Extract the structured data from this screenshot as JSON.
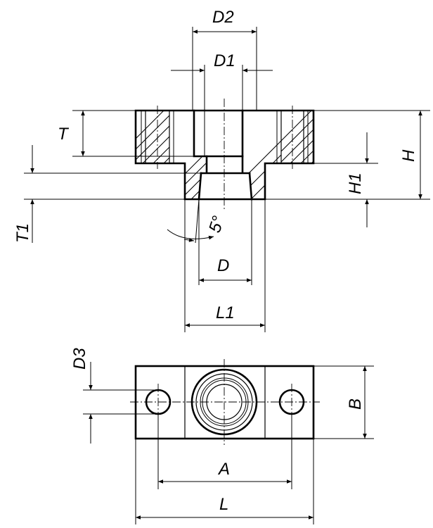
{
  "labels": {
    "D2": "D2",
    "D1": "D1",
    "T": "T",
    "H": "H",
    "H1": "H1",
    "T1": "T1",
    "angle": "5°",
    "D": "D",
    "L1": "L1",
    "D3": "D3",
    "B": "B",
    "A": "A",
    "L": "L"
  }
}
